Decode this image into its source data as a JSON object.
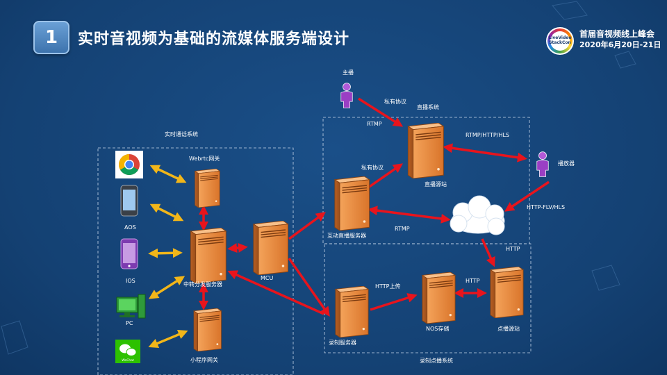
{
  "header": {
    "number": "1",
    "title": "实时音视频为基础的流媒体服务端设计",
    "event_name": "首届音视频线上峰会",
    "event_date": "2020年6月20日-21日",
    "logo_text": [
      "LiveVideo",
      "StackCon"
    ]
  },
  "groups": {
    "rtc": "实时通话系统",
    "live": "直播系统",
    "vod": "录制点播系统"
  },
  "nodes": {
    "webrtc_gw": "Webrtc网关",
    "relay": "中转分发服务器",
    "mcu": "MCU",
    "miniapp_gw": "小程序网关",
    "interactive": "互动直播服务器",
    "live_origin": "直播源站",
    "recorder": "录制服务器",
    "nos": "NOS存储",
    "vod_origin": "点播源站",
    "anchor": "主播",
    "player": "播放器"
  },
  "clients": {
    "aos": "AOS",
    "ios": "IOS",
    "pc": "PC",
    "wechat_badge": "WeChat"
  },
  "edge_labels": {
    "private1": "私有协议",
    "rtmp_top": "RTMP",
    "rtmp_http_hls": "RTMP/HTTP/HLS",
    "private2": "私有协议",
    "http_flv": "HTTP-FLV/HLS",
    "rtmp_mid": "RTMP",
    "http_right": "HTTP",
    "http_upload": "HTTP上传",
    "http_mid": "HTTP"
  },
  "colors": {
    "background": "#15457a",
    "server_orange": "#e98a3c",
    "protocol_arrow": "#e8141c",
    "client_arrow": "#f2b619",
    "person": "#9a3fc4"
  },
  "icons": [
    "chrome-icon",
    "android-phone-icon",
    "iphone-icon",
    "desktop-pc-icon",
    "wechat-icon",
    "person-icon",
    "cloud-icon",
    "server-icon"
  ]
}
